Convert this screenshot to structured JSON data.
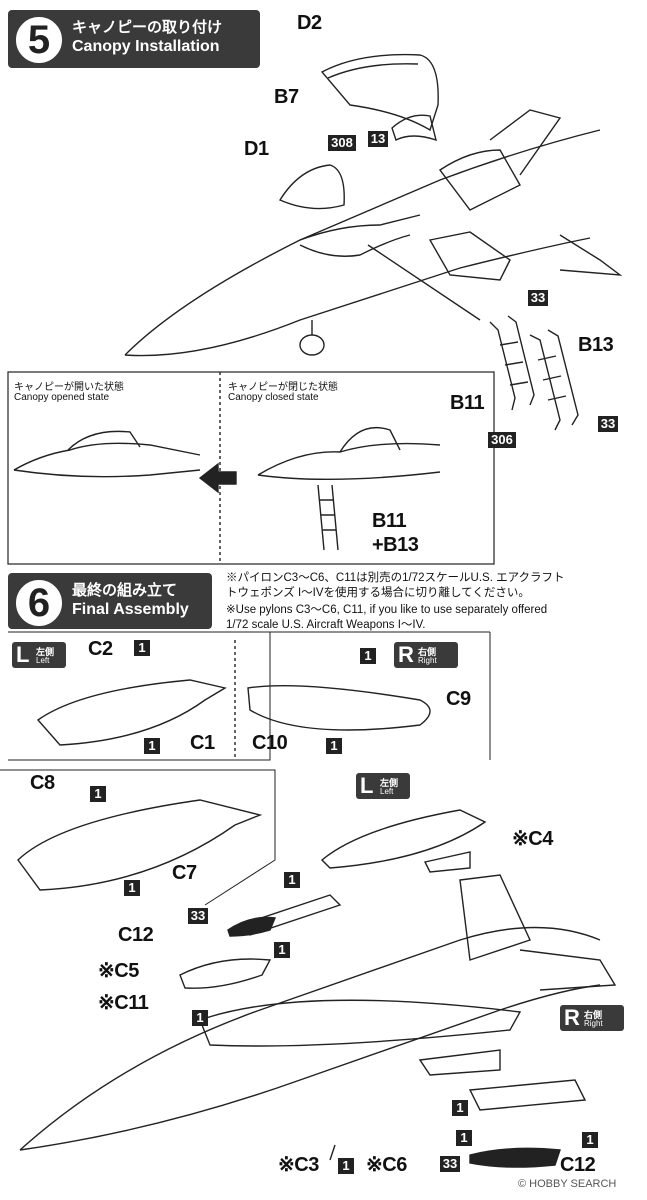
{
  "step5": {
    "number": "5",
    "title_jp": "キャノピーの取り付け",
    "title_en": "Canopy Installation",
    "labels": {
      "d2": "D2",
      "b7": "B7",
      "d1": "D1",
      "b13": "B13",
      "b11": "B11",
      "b11b13_a": "B11",
      "b11b13_b": "+B13"
    },
    "codes": {
      "c308": "308",
      "c13": "13",
      "c33a": "33",
      "c33b": "33",
      "c306": "306"
    },
    "opened": {
      "jp": "キャノピーが開いた状態",
      "en": "Canopy opened state"
    },
    "closed": {
      "jp": "キャノピーが閉じた状態",
      "en": "Canopy closed state"
    }
  },
  "step6": {
    "number": "6",
    "title_jp": "最終の組み立て",
    "title_en": "Final Assembly",
    "note_lines": [
      "※パイロンC3〜C6、C11は別売の1/72スケールU.S. エアクラフト",
      "トウェポンズ I〜IVを使用する場合に切り離してください。",
      "※Use pylons C3〜C6, C11, if you like to use separately offered",
      "1/72 scale U.S. Aircraft Weapons I〜IV."
    ],
    "left_badge": {
      "letter": "L",
      "jp": "左側",
      "en": "Left"
    },
    "right_badge": {
      "letter": "R",
      "jp": "右側",
      "en": "Right"
    },
    "labels": {
      "c2": "C2",
      "c1": "C1",
      "c10": "C10",
      "c9": "C9",
      "c8": "C8",
      "c7": "C7",
      "c4": "※C4",
      "c12a": "C12",
      "c5": "※C5",
      "c11": "※C11",
      "c3": "※C3",
      "c6": "※C6",
      "c12b": "C12"
    },
    "codes": {
      "b1a": "1",
      "b1b": "1",
      "b1c": "1",
      "b1d": "1",
      "b1e": "1",
      "b1f": "1",
      "b1g": "1",
      "b1h": "1",
      "b1i": "1",
      "b1j": "1",
      "b1k": "1",
      "b1l": "1",
      "b1m": "1",
      "b33a": "33",
      "b33b": "33"
    }
  },
  "watermark": "© HOBBY SEARCH"
}
